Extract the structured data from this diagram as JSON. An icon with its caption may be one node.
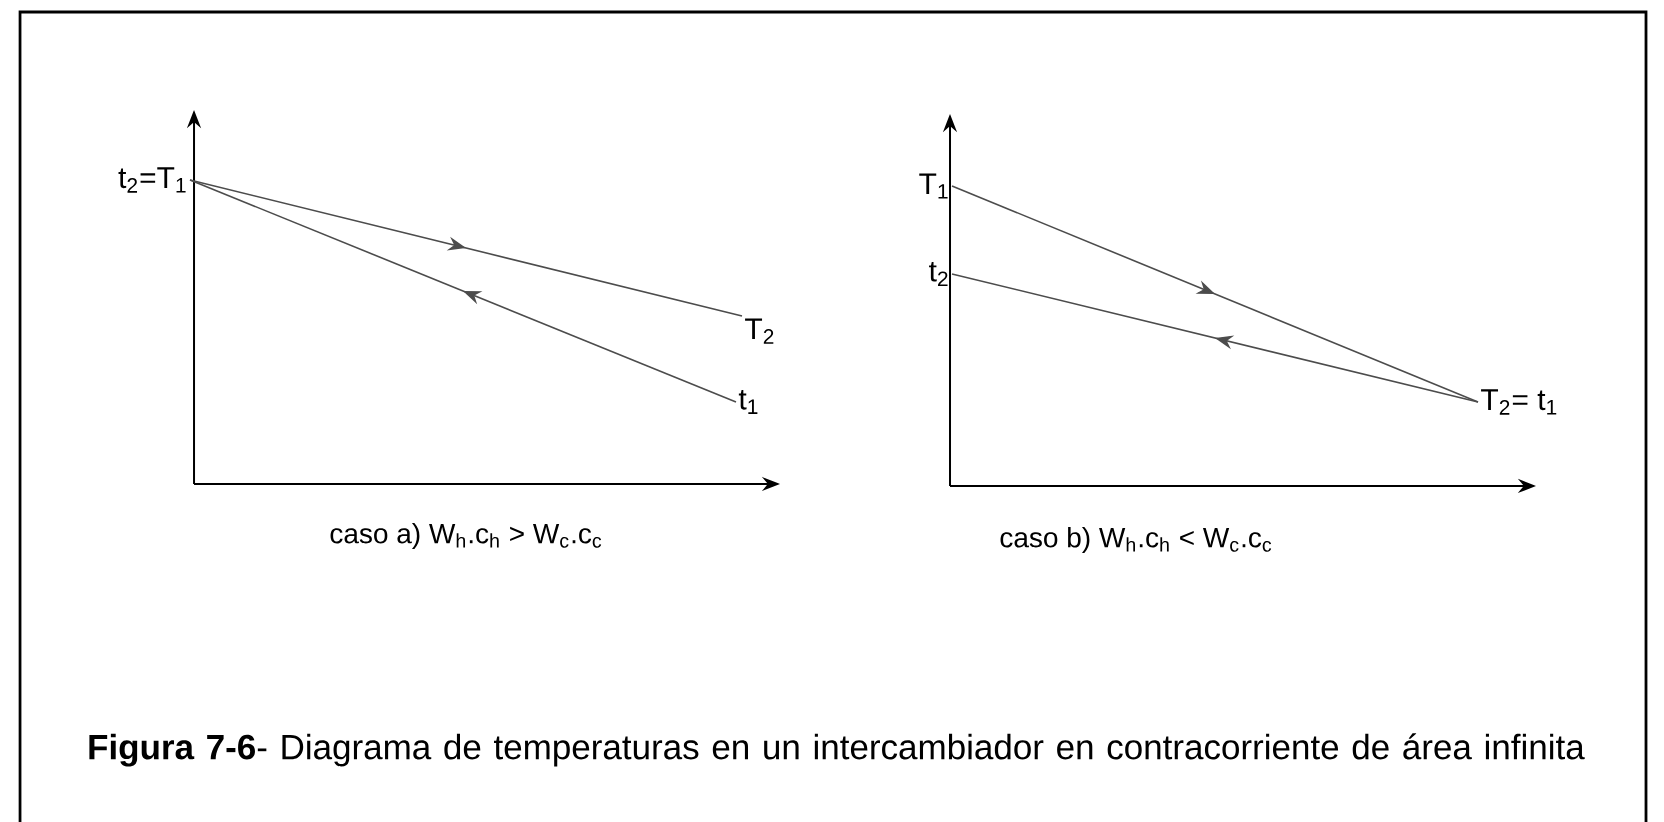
{
  "diagram": {
    "caption": "**Figura 7-6**- Diagrama de temperaturas en un intercambiador en contracorriente de área infinita",
    "nodes": [
      {
        "text": [
          "t$_{2}$=T$_{1}$"
        ]
      },
      {
        "text": [
          "T$_{2}$"
        ]
      },
      {
        "text": [
          "t$_{1}$"
        ]
      },
      {
        "text": [
          "T$_{1}$"
        ]
      },
      {
        "text": [
          "t$_{2}$"
        ]
      },
      {
        "text": [
          "T$_{2}$= t$_{1}$"
        ]
      }
    ],
    "edges": [
      {
        "from": 0,
        "to": 1,
        "arrow": "to"
      },
      {
        "from": 2,
        "to": 0,
        "arrow": "to"
      },
      {
        "from": 3,
        "to": 5,
        "arrow": "to"
      },
      {
        "from": 5,
        "to": 4,
        "arrow": "to"
      }
    ],
    "labels": [
      "caso a) W$_{h}$.c$_{h}$ > W$_{c}$.c$_{c}$",
      "caso b) W$_{h}$.c$_{h}$ < W$_{c}$.c$_{c}$"
    ]
  }
}
